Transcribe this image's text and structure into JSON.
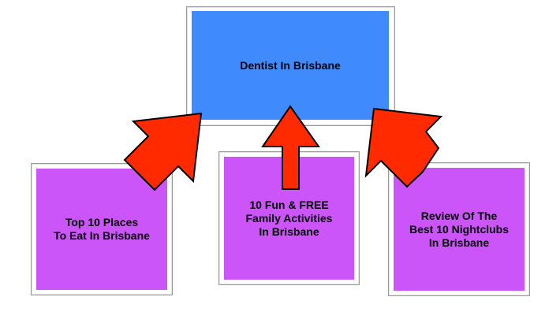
{
  "diagram": {
    "center": {
      "label": "Dentist In Brisbane"
    },
    "left": {
      "label": "Top 10 Places\nTo Eat In Brisbane"
    },
    "middle": {
      "label": "10 Fun & FREE\nFamily Activities\nIn Brisbane"
    },
    "right": {
      "label": "Review Of The\nBest 10 Nightclubs\nIn Brisbane"
    }
  },
  "colors": {
    "center_box": "#3f8bfd",
    "side_box": "#cc55fa",
    "arrow_fill": "#ff2a00",
    "arrow_stroke": "#000000"
  }
}
